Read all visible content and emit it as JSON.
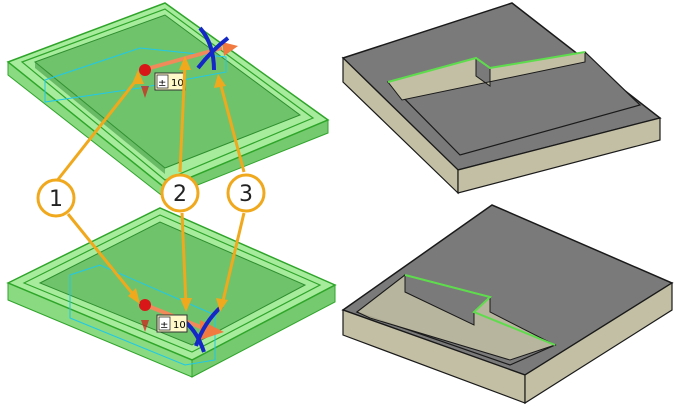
{
  "colors": {
    "selection_green": "#5fdc4d",
    "selection_green_dark": "#2fa52a",
    "cavity_green": "#4aa84a",
    "callout_orange": "#f0a81d",
    "grey_top": "#7a7a7a",
    "grey_side": "#c3bfa4",
    "grey_edge": "#1a1a1a",
    "axis_blue": "#1428c8",
    "drag_arrow": "#f08a5a",
    "handle_red": "#d81818",
    "preview_cyan": "#20c8e8"
  },
  "icons": [
    "drag-arrow-icon",
    "rotation-handle-icon",
    "offset-handle-icon",
    "dimension-input-icon"
  ],
  "callouts": [
    {
      "label": "1"
    },
    {
      "label": "2"
    },
    {
      "label": "3"
    }
  ],
  "dimension_boxes": [
    {
      "symbol": "±",
      "value": "10"
    },
    {
      "symbol": "±",
      "value": "10"
    }
  ]
}
